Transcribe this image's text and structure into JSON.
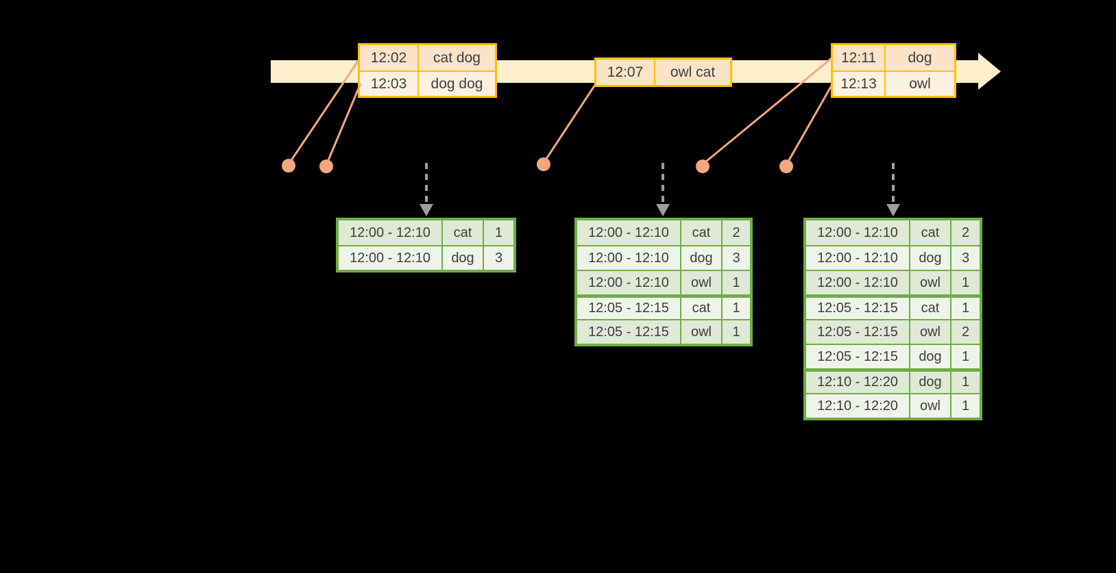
{
  "colors": {
    "bg": "#000000",
    "band": "#FCEFCB",
    "gold": "#FFC003",
    "peach": "#FAE3C8",
    "cream": "#FCF1E1",
    "salmon": "#F1A87E",
    "gray": "#9E9E9E",
    "green": "#6FAE45",
    "green-dark-row": "#DFE9D6",
    "green-light-row": "#EFF4EB",
    "text": "#3E3E3E"
  },
  "timeline": {
    "event_batches": [
      {
        "rows": [
          {
            "time": "12:02",
            "words": "cat dog"
          },
          {
            "time": "12:03",
            "words": "dog dog"
          }
        ]
      },
      {
        "rows": [
          {
            "time": "12:07",
            "words": "owl cat"
          }
        ]
      },
      {
        "rows": [
          {
            "time": "12:11",
            "words": "dog"
          },
          {
            "time": "12:13",
            "words": "owl"
          }
        ]
      }
    ]
  },
  "result_tables": [
    {
      "rows": [
        {
          "window": "12:00 - 12:10",
          "word": "cat",
          "count": "1"
        },
        {
          "window": "12:00 - 12:10",
          "word": "dog",
          "count": "3"
        }
      ]
    },
    {
      "rows": [
        {
          "window": "12:00 - 12:10",
          "word": "cat",
          "count": "2"
        },
        {
          "window": "12:00 - 12:10",
          "word": "dog",
          "count": "3"
        },
        {
          "window": "12:00 - 12:10",
          "word": "owl",
          "count": "1"
        },
        {
          "window": "12:05 - 12:15",
          "word": "cat",
          "count": "1"
        },
        {
          "window": "12:05 - 12:15",
          "word": "owl",
          "count": "1"
        }
      ]
    },
    {
      "rows": [
        {
          "window": "12:00 - 12:10",
          "word": "cat",
          "count": "2"
        },
        {
          "window": "12:00 - 12:10",
          "word": "dog",
          "count": "3"
        },
        {
          "window": "12:00 - 12:10",
          "word": "owl",
          "count": "1"
        },
        {
          "window": "12:05 - 12:15",
          "word": "cat",
          "count": "1"
        },
        {
          "window": "12:05 - 12:15",
          "word": "owl",
          "count": "2"
        },
        {
          "window": "12:05 - 12:15",
          "word": "dog",
          "count": "1"
        },
        {
          "window": "12:10 - 12:20",
          "word": "dog",
          "count": "1"
        },
        {
          "window": "12:10 - 12:20",
          "word": "owl",
          "count": "1"
        }
      ]
    }
  ]
}
